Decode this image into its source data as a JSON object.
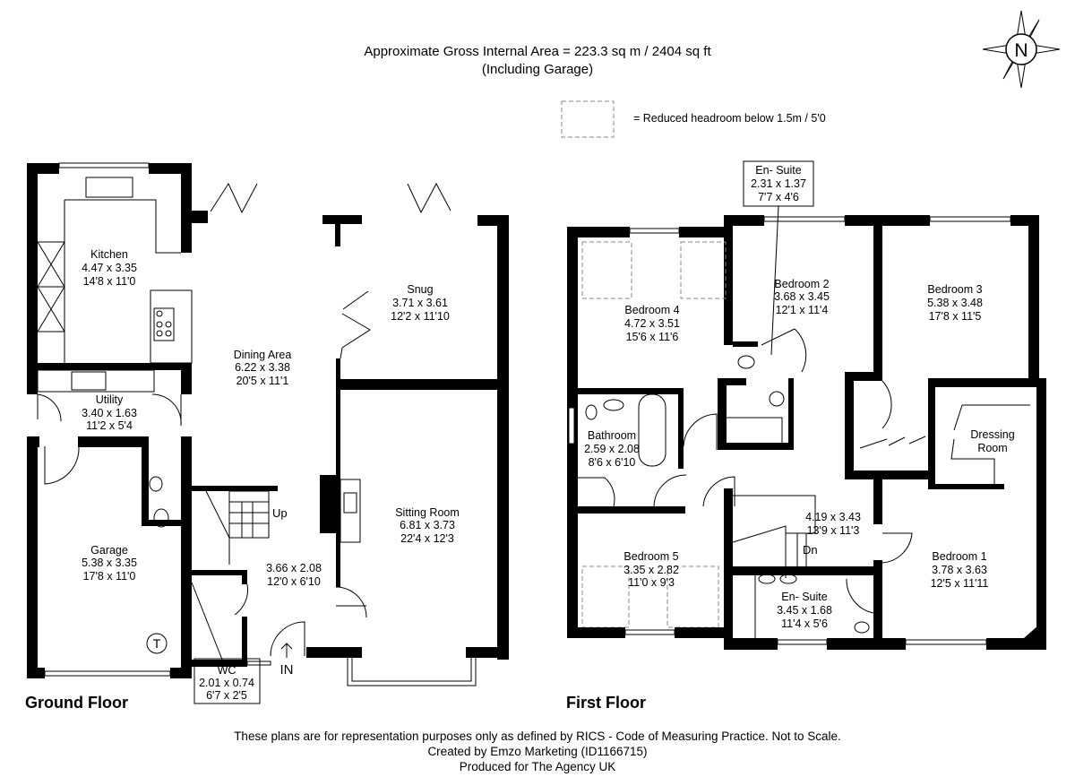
{
  "header": {
    "area_line": "Approximate Gross Internal Area = 223.3 sq m / 2404 sq ft",
    "note": "(Including Garage)",
    "legend": "= Reduced headroom below 1.5m / 5'0",
    "compass": "N"
  },
  "ground_floor": {
    "title": "Ground Floor",
    "rooms": [
      {
        "name": "Kitchen",
        "metric": "4.47 x 3.35",
        "imperial": "14'8 x 11'0"
      },
      {
        "name": "Dining Area",
        "metric": "6.22 x 3.38",
        "imperial": "20'5 x 11'1"
      },
      {
        "name": "Snug",
        "metric": "3.71 x 3.61",
        "imperial": "12'2 x 11'10"
      },
      {
        "name": "Utility",
        "metric": "3.40 x 1.63",
        "imperial": "11'2 x 5'4"
      },
      {
        "name": "Garage",
        "metric": "5.38 x 3.35",
        "imperial": "17'8 x 11'0"
      },
      {
        "name": "Sitting Room",
        "metric": "6.81 x 3.73",
        "imperial": "22'4 x 12'3"
      },
      {
        "name": "",
        "metric": "3.66 x 2.08",
        "imperial": "12'0 x 6'10"
      },
      {
        "name": "WC",
        "metric": "2.01 x 0.74",
        "imperial": "6'7 x 2'5"
      }
    ],
    "stairs_label": "Up",
    "entrance_label": "IN",
    "boiler_label": "T"
  },
  "first_floor": {
    "title": "First Floor",
    "rooms": [
      {
        "name": "En- Suite",
        "metric": "2.31 x 1.37",
        "imperial": "7'7 x 4'6"
      },
      {
        "name": "Bedroom 4",
        "metric": "4.72 x 3.51",
        "imperial": "15'6 x 11'6"
      },
      {
        "name": "Bedroom 2",
        "metric": "3.68 x 3.45",
        "imperial": "12'1 x 11'4"
      },
      {
        "name": "Bedroom 3",
        "metric": "5.38 x 3.48",
        "imperial": "17'8 x 11'5"
      },
      {
        "name": "Bathroom",
        "metric": "2.59 x 2.08",
        "imperial": "8'6 x 6'10"
      },
      {
        "name": "Dressing",
        "metric": "Room",
        "imperial": ""
      },
      {
        "name": "",
        "metric": "4.19 x 3.43",
        "imperial": "13'9 x 11'3"
      },
      {
        "name": "Bedroom 5",
        "metric": "3.35 x 2.82",
        "imperial": "11'0 x 9'3"
      },
      {
        "name": "Bedroom 1",
        "metric": "3.78 x 3.63",
        "imperial": "12'5 x 11'11"
      },
      {
        "name": "En- Suite",
        "metric": "3.45 x 1.68",
        "imperial": "11'4 x 5'6"
      }
    ],
    "stairs_label": "Dn"
  },
  "footer": {
    "line1": "These plans are for representation purposes only as defined by RICS - Code of Measuring Practice. Not to Scale.",
    "line2": "Created by Emzo Marketing (ID1166715)",
    "line3": "Produced for The Agency UK"
  }
}
